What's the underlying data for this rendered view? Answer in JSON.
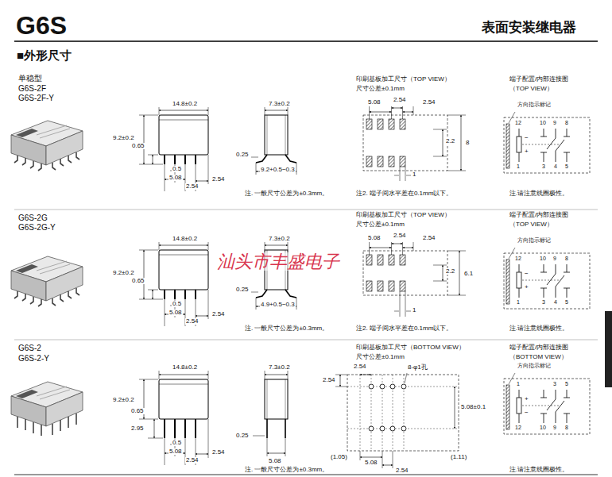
{
  "diagram": {
    "title": "G6S",
    "labels": [
      "表面安装继电器",
      "■外形尺寸",
      "单稳型",
      "G6S-2F",
      "G6S-2F-Y",
      "14.8±0.2",
      "9.2±0.2",
      "0.65",
      "0.5",
      "5.08",
      "2.54",
      "2.54",
      "7.3±0.2",
      "0.25",
      "9.2+0.5−0.3",
      "注. 一般尺寸公差为±0.3mm。",
      "印刷基板加工尺寸（TOP VIEW）",
      "尺寸公差±0.1mm",
      "5.08",
      "2.54",
      "2.54",
      "2.2",
      "8",
      "1",
      "注2. 端子间水平差在0.1mm以下。",
      "端子配置/内部连接图",
      "（TOP VIEW）",
      "方向指示标记",
      "12",
      "10",
      "9",
      "8",
      "−",
      "+",
      "1",
      "3",
      "4",
      "5",
      "注.请注意线圈极性。",
      "G6S-2G",
      "G6S-2G-Y",
      "14.8±0.2",
      "9.2±0.2",
      "0.65",
      "0.5",
      "5.08",
      "2.54",
      "2.54",
      "7.3±0.2",
      "0.25",
      "4.9+0.5−0.3",
      "注. 一般尺寸公差为±0.3mm。",
      "印刷基板加工尺寸（TOP VIEW）",
      "尺寸公差±0.1mm",
      "5.08",
      "2.54",
      "2.54",
      "2.2",
      "6.1",
      "1",
      "注2. 端子间水平差在0.1mm以下。",
      "端子配置/内部连接图",
      "（TOP VIEW）",
      "方向指示标记",
      "12",
      "10",
      "9",
      "8",
      "−",
      "+",
      "1",
      "3",
      "4",
      "5",
      "注.请注意线圈极性。",
      "汕头市丰盛电子",
      "G6S-2",
      "G6S-2-Y",
      "14.8±0.2",
      "9.2±0.2",
      "0.65",
      "2.95",
      "0.5",
      "5.08",
      "2.54",
      "2.54",
      "7.3±0.2",
      "0.25",
      "5.08",
      "注. 一般尺寸公差为±0.3mm。",
      "印刷基板加工尺寸（BOTTOM VIEW）",
      "尺寸公差±0.1mm",
      "2.54",
      "8-φ1孔",
      "2.54",
      "5.08±0.1",
      "(1.05)",
      "5.08",
      "2.54",
      "(1.11)",
      "端子配置/内部连接图",
      "（BOTTOM VIEW）",
      "方向指示标记",
      "1",
      "3",
      "5",
      "+",
      "−",
      "12",
      "10",
      "9",
      "8",
      "注.请注意线圈极性。"
    ]
  }
}
